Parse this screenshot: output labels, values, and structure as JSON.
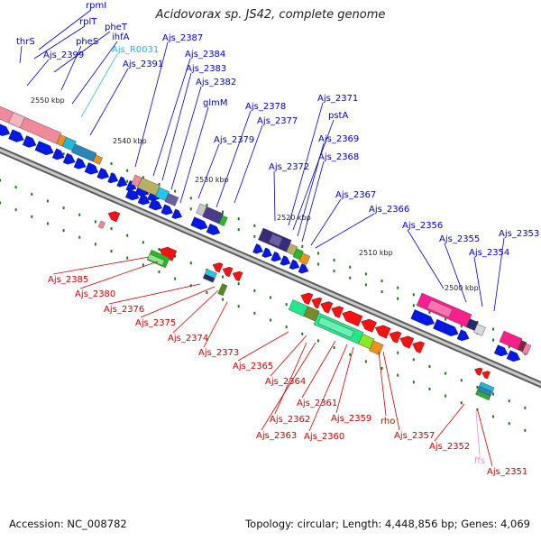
{
  "title": "Acidovorax sp. JS42, complete genome",
  "accession": "Accession: NC_008782",
  "summary": "Topology: circular; Length: 4,448,856 bp; Genes: 4,069",
  "colors": {
    "top_strand_label": "#0000cc",
    "bottom_strand_label": "#cc0000",
    "rna_label": "#22b8d8",
    "pseudo_label": "#e88ad8",
    "backbone": "#8a8a8a",
    "tick": "#1a7a1a"
  },
  "scale_labels": [
    {
      "text": "2550 kbp"
    },
    {
      "text": "2540 kbp"
    },
    {
      "text": "2530 kbp"
    },
    {
      "text": "2520 kbp"
    },
    {
      "text": "2510 kbp"
    },
    {
      "text": "2500 kbp"
    }
  ],
  "top_labels": [
    {
      "text": "rpmI",
      "kind": "gene"
    },
    {
      "text": "rplT",
      "kind": "gene"
    },
    {
      "text": "pheT",
      "kind": "gene"
    },
    {
      "text": "thrS",
      "kind": "gene"
    },
    {
      "text": "pheS",
      "kind": "gene"
    },
    {
      "text": "ihfA",
      "kind": "gene"
    },
    {
      "text": "Ajs_2399",
      "kind": "gene"
    },
    {
      "text": "Ajs_R0031",
      "kind": "rna"
    },
    {
      "text": "Ajs_2387",
      "kind": "gene"
    },
    {
      "text": "Ajs_2391",
      "kind": "gene"
    },
    {
      "text": "Ajs_2384",
      "kind": "gene"
    },
    {
      "text": "Ajs_2383",
      "kind": "gene"
    },
    {
      "text": "Ajs_2382",
      "kind": "gene"
    },
    {
      "text": "glmM",
      "kind": "gene"
    },
    {
      "text": "Ajs_2378",
      "kind": "gene"
    },
    {
      "text": "Ajs_2377",
      "kind": "gene"
    },
    {
      "text": "Ajs_2379",
      "kind": "gene"
    },
    {
      "text": "Ajs_2371",
      "kind": "gene"
    },
    {
      "text": "pstA",
      "kind": "gene"
    },
    {
      "text": "Ajs_2369",
      "kind": "gene"
    },
    {
      "text": "Ajs_2368",
      "kind": "gene"
    },
    {
      "text": "Ajs_2372",
      "kind": "gene"
    },
    {
      "text": "Ajs_2367",
      "kind": "gene"
    },
    {
      "text": "Ajs_2366",
      "kind": "gene"
    },
    {
      "text": "Ajs_2356",
      "kind": "gene"
    },
    {
      "text": "Ajs_2355",
      "kind": "gene"
    },
    {
      "text": "Ajs_2354",
      "kind": "gene"
    },
    {
      "text": "Ajs_2353",
      "kind": "gene"
    }
  ],
  "bottom_labels": [
    {
      "text": "Ajs_2385",
      "kind": "gene"
    },
    {
      "text": "Ajs_2380",
      "kind": "gene"
    },
    {
      "text": "Ajs_2376",
      "kind": "gene"
    },
    {
      "text": "Ajs_2375",
      "kind": "gene"
    },
    {
      "text": "Ajs_2374",
      "kind": "gene"
    },
    {
      "text": "Ajs_2373",
      "kind": "gene"
    },
    {
      "text": "Ajs_2365",
      "kind": "gene"
    },
    {
      "text": "Ajs_2364",
      "kind": "gene"
    },
    {
      "text": "Ajs_2362",
      "kind": "gene"
    },
    {
      "text": "Ajs_2363",
      "kind": "gene"
    },
    {
      "text": "Ajs_2361",
      "kind": "gene"
    },
    {
      "text": "Ajs_2360",
      "kind": "gene"
    },
    {
      "text": "Ajs_2359",
      "kind": "gene"
    },
    {
      "text": "rho",
      "kind": "gene"
    },
    {
      "text": "Ajs_2357",
      "kind": "gene"
    },
    {
      "text": "Ajs_2352",
      "kind": "gene"
    },
    {
      "text": "ffs",
      "kind": "pseudo"
    },
    {
      "text": "Ajs_2351",
      "kind": "gene"
    }
  ]
}
